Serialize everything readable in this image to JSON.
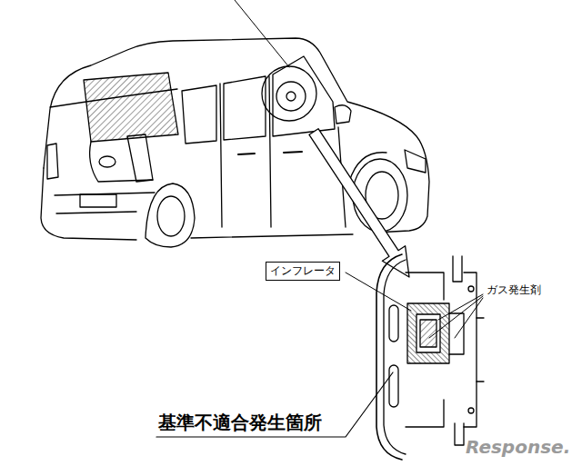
{
  "diagram": {
    "nodes": [
      {
        "text": [
          "インフレータ"
        ]
      }
    ],
    "labels": [
      "ガス発生剤",
      "基準不適合発生箇所",
      "Response."
    ]
  }
}
